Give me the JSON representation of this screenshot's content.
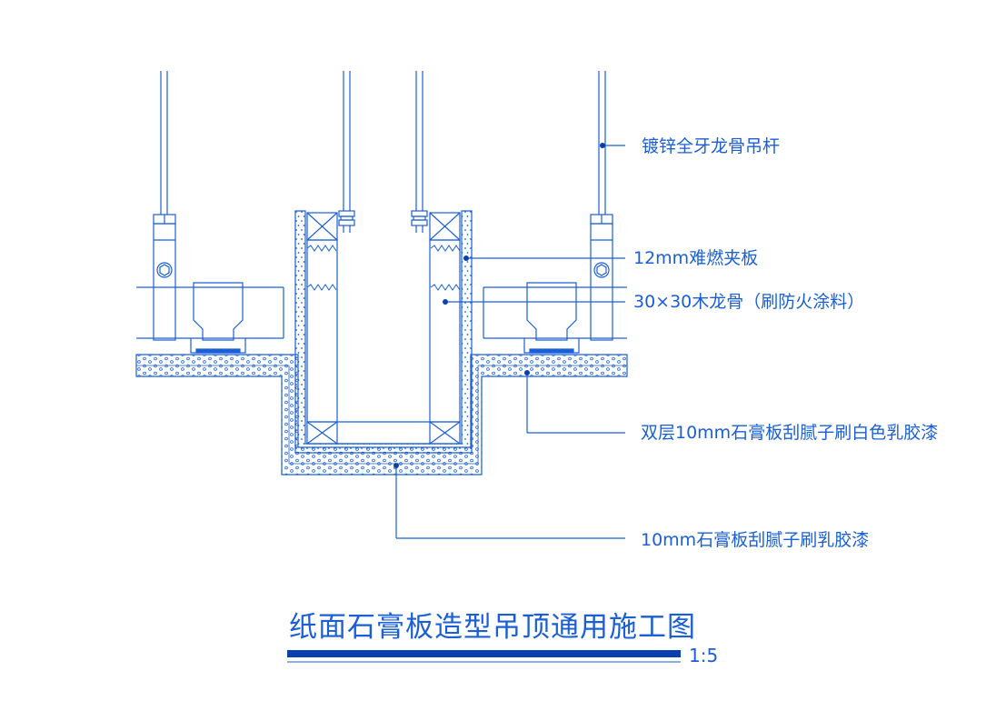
{
  "colors": {
    "line": "#1a5fd6",
    "dark": "#0a3fae",
    "background": "#ffffff"
  },
  "labels": {
    "rod": "镀锌全牙龙骨吊杆",
    "board": "12mm难燃夹板",
    "keel": "30×30木龙骨（刷防火涂料）",
    "double_gypsum": "双层10mm石膏板刮腻子刷白色乳胶漆",
    "single_gypsum": "10mm石膏板刮腻子刷乳胶漆"
  },
  "title": "纸面石膏板造型吊顶通用施工图",
  "scale": "1:5"
}
